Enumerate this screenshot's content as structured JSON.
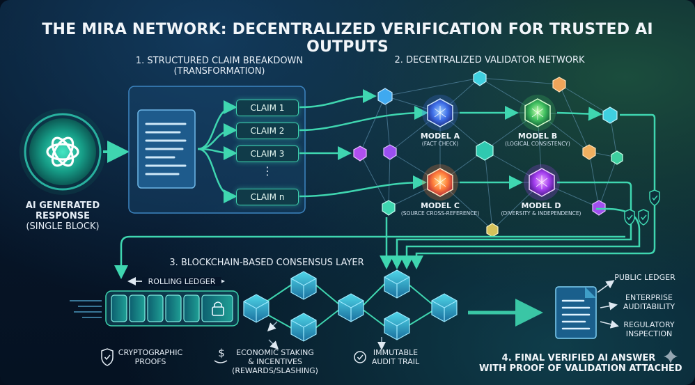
{
  "title": "THE MIRA NETWORK: DECENTRALIZED VERIFICATION FOR TRUSTED AI OUTPUTS",
  "ai_response": {
    "line1": "AI GENERATED",
    "line2": "RESPONSE",
    "line3": "(SINGLE BLOCK)"
  },
  "step1": {
    "line1": "1. STRUCTURED CLAIM BREAKDOWN",
    "line2": "(TRANSFORMATION)",
    "claims": [
      "CLAIM 1",
      "CLAIM 2",
      "CLAIM 3",
      "CLAIM n"
    ],
    "ellipsis": "⋮"
  },
  "step2": {
    "heading": "2. DECENTRALIZED VALIDATOR NETWORK",
    "models": [
      {
        "name": "MODEL A",
        "role": "(FACT CHECK)"
      },
      {
        "name": "MODEL B",
        "role": "(LOGICAL CONSISTENCY)"
      },
      {
        "name": "MODEL C",
        "role": "(SOURCE CROSS-REFERENCE)"
      },
      {
        "name": "MODEL D",
        "role": "(DIVERSITY & INDEPENDENCE)"
      }
    ]
  },
  "step3": {
    "heading": "3. BLOCKCHAIN-BASED CONSENSUS LAYER",
    "rolling_ledger": "ROLLING LEDGER",
    "crypto_line1": "CRYPTOGRAPHIC",
    "crypto_line2": "PROOFS",
    "staking_line1": "ECONOMIC STAKING",
    "staking_line2": "& INCENTIVES",
    "staking_line3": "(REWARDS/SLASHING)",
    "audit_line1": "IMMUTABLE",
    "audit_line2": "AUDIT TRAIL"
  },
  "step4": {
    "public_ledger": "PUBLIC LEDGER",
    "enterprise_line1": "ENTERPRISE",
    "enterprise_line2": "AUDITABILITY",
    "regulatory_line1": "REGULATORY",
    "regulatory_line2": "INSPECTION",
    "heading_line1": "4. FINAL VERIFIED AI ANSWER",
    "heading_line2": "WITH PROOF OF VALIDATION ATTACHED"
  },
  "colors": {
    "accent_green": "#3fd6b0",
    "accent_cyan": "#3fc6f0",
    "model_a": "#3f8cff",
    "model_b": "#4fd97a",
    "model_c": "#ff9a3c",
    "model_d": "#b34cff"
  },
  "icons": [
    "openai-logo-icon",
    "document-icon",
    "lock-icon",
    "shield-check-icon",
    "staking-coin-icon",
    "check-circle-icon",
    "final-document-icon",
    "sparkle-icon"
  ]
}
